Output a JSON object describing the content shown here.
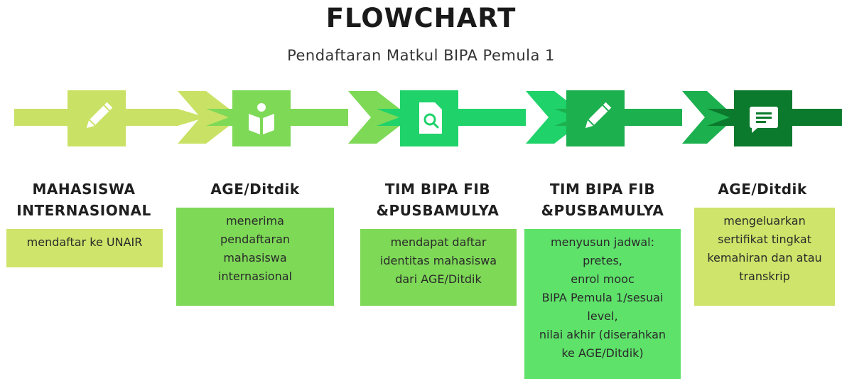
{
  "title": "FLOWCHART",
  "subtitle": "Pendaftaran Matkul BIPA Pemula 1",
  "colors": {
    "band": [
      "#c9e265",
      "#7ed957",
      "#1fd26a",
      "#1cb04f",
      "#0b7a2c"
    ],
    "light_box": "#cfe46a",
    "mid_box": "#7ed957",
    "bright_box": "#5ee26a"
  },
  "steps": [
    {
      "icon": "pencil-icon",
      "heading": [
        "MAHASISWA",
        "INTERNASIONAL"
      ],
      "lines": [
        "mendaftar ke UNAIR"
      ]
    },
    {
      "icon": "reading-person-icon",
      "heading": [
        "AGE/Ditdik"
      ],
      "lines": [
        "menerima",
        "pendaftaran",
        "mahasiswa",
        "internasional"
      ]
    },
    {
      "icon": "document-search-icon",
      "heading": [
        "TIM BIPA FIB",
        "&PUSBAMULYA"
      ],
      "lines": [
        "mendapat daftar",
        "identitas mahasiswa",
        "dari AGE/Ditdik"
      ]
    },
    {
      "icon": "pencil-icon",
      "heading": [
        "TIM BIPA FIB",
        "&PUSBAMULYA"
      ],
      "lines": [
        "menyusun jadwal:",
        "pretes,",
        "enrol mooc",
        "BIPA Pemula 1/sesuai",
        "level,",
        "nilai akhir (diserahkan",
        "ke AGE/Ditdik)"
      ]
    },
    {
      "icon": "message-icon",
      "heading": [
        "AGE/Ditdik"
      ],
      "lines": [
        "mengeluarkan",
        "sertifikat tingkat",
        "kemahiran dan atau",
        "transkrip"
      ]
    }
  ]
}
